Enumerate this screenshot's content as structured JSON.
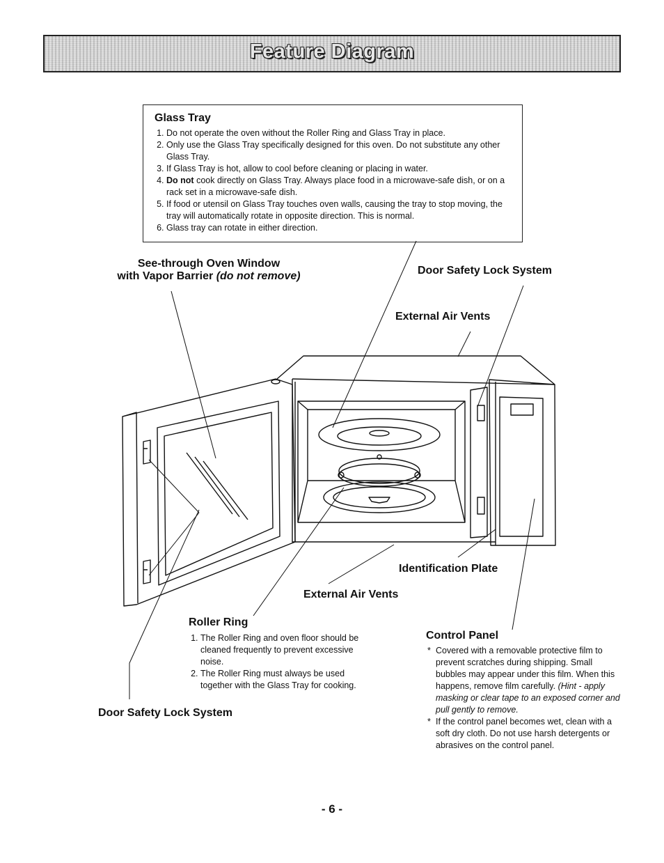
{
  "banner": {
    "title": "Feature Diagram"
  },
  "glass_tray": {
    "heading": "Glass Tray",
    "items": [
      "Do not operate the oven without the Roller Ring and Glass Tray in place.",
      "Only use the Glass Tray specifically designed for this oven. Do not substitute any other Glass Tray.",
      "If Glass Tray is hot, allow to cool before cleaning or placing in water.",
      "Do not cook directly on Glass Tray. Always place food in a microwave-safe dish, or on a rack set in a microwave-safe dish.",
      "If food or utensil on Glass Tray touches oven walls, causing the tray to stop moving, the tray will automatically rotate in opposite direction. This is normal.",
      "Glass tray can rotate in either direction."
    ],
    "item4_bold": "Do not",
    "item4_rest": "cook directly on Glass Tray. Always place food in a microwave-safe dish, or on a rack set in a microwave-safe dish."
  },
  "labels": {
    "window_line1": "See-through Oven Window",
    "window_line2": "with Vapor Barrier",
    "window_note": "(do not remove)",
    "door_lock_top": "Door Safety Lock System",
    "vents_top": "External Air Vents",
    "id_plate": "Identification Plate",
    "vents_bottom": "External Air Vents",
    "door_lock_bottom": "Door Safety Lock System"
  },
  "roller_ring": {
    "heading": "Roller Ring",
    "items": [
      "The Roller Ring and oven floor should be cleaned frequently to prevent excessive noise.",
      "The Roller Ring must always be used together with the Glass Tray for cooking."
    ]
  },
  "control_panel": {
    "heading": "Control Panel",
    "bullet1": "Covered with a removable protective film to prevent scratches during shipping. Small bubbles may appear under this film. When this happens, remove film carefully.",
    "hint": "(Hint - apply masking or clear tape to an exposed corner and pull gently to remove.",
    "bullet2": "If the control panel becomes wet, clean with a soft dry cloth.  Do not use harsh detergents or abrasives on the control panel."
  },
  "page": {
    "number": "- 6 -"
  }
}
